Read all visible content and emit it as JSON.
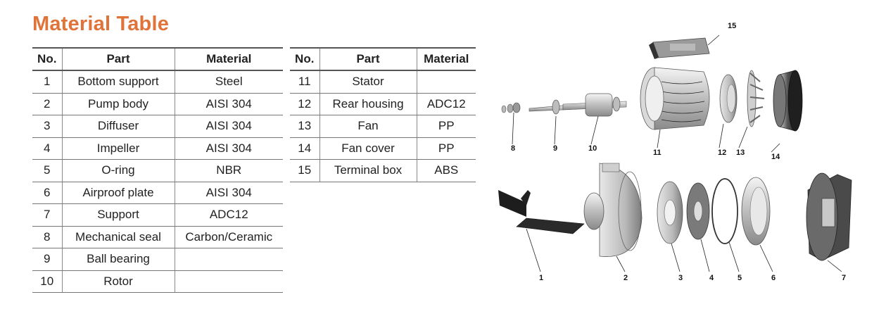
{
  "title": "Material Table",
  "headers": {
    "no": "No.",
    "part": "Part",
    "material": "Material"
  },
  "table_left": [
    {
      "no": "1",
      "part": "Bottom support",
      "material": "Steel"
    },
    {
      "no": "2",
      "part": "Pump body",
      "material": "AISI 304"
    },
    {
      "no": "3",
      "part": "Diffuser",
      "material": "AISI 304"
    },
    {
      "no": "4",
      "part": "Impeller",
      "material": "AISI 304"
    },
    {
      "no": "5",
      "part": "O-ring",
      "material": "NBR"
    },
    {
      "no": "6",
      "part": "Airproof plate",
      "material": "AISI 304"
    },
    {
      "no": "7",
      "part": "Support",
      "material": "ADC12"
    },
    {
      "no": "8",
      "part": "Mechanical seal",
      "material": "Carbon/Ceramic"
    },
    {
      "no": "9",
      "part": "Ball bearing",
      "material": ""
    },
    {
      "no": "10",
      "part": "Rotor",
      "material": ""
    }
  ],
  "table_right": [
    {
      "no": "11",
      "part": "Stator",
      "material": ""
    },
    {
      "no": "12",
      "part": "Rear housing",
      "material": "ADC12"
    },
    {
      "no": "13",
      "part": "Fan",
      "material": "PP"
    },
    {
      "no": "14",
      "part": "Fan cover",
      "material": "PP"
    },
    {
      "no": "15",
      "part": "Terminal box",
      "material": "ABS"
    }
  ],
  "diagram_labels": [
    "1",
    "2",
    "3",
    "4",
    "5",
    "6",
    "7",
    "8",
    "9",
    "10",
    "11",
    "12",
    "13",
    "14",
    "15"
  ],
  "colors": {
    "title": "#e0733a",
    "border": "#555555"
  }
}
